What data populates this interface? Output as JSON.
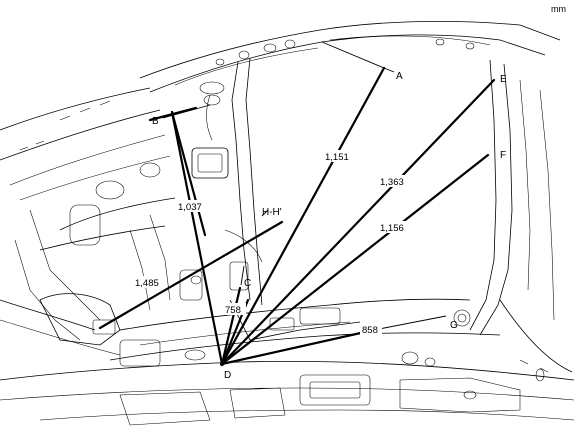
{
  "unit": "mm",
  "points": {
    "A": "A",
    "B": "B",
    "C": "C",
    "D": "D",
    "E": "E",
    "F": "F",
    "G": "G",
    "HH": "H-H'"
  },
  "dimensions": {
    "D_A": "1,151",
    "D_B": "1,037",
    "D_E": "1,363",
    "D_F": "1,156",
    "D_G": "858",
    "D_C": "758",
    "D_H": "1,485"
  }
}
